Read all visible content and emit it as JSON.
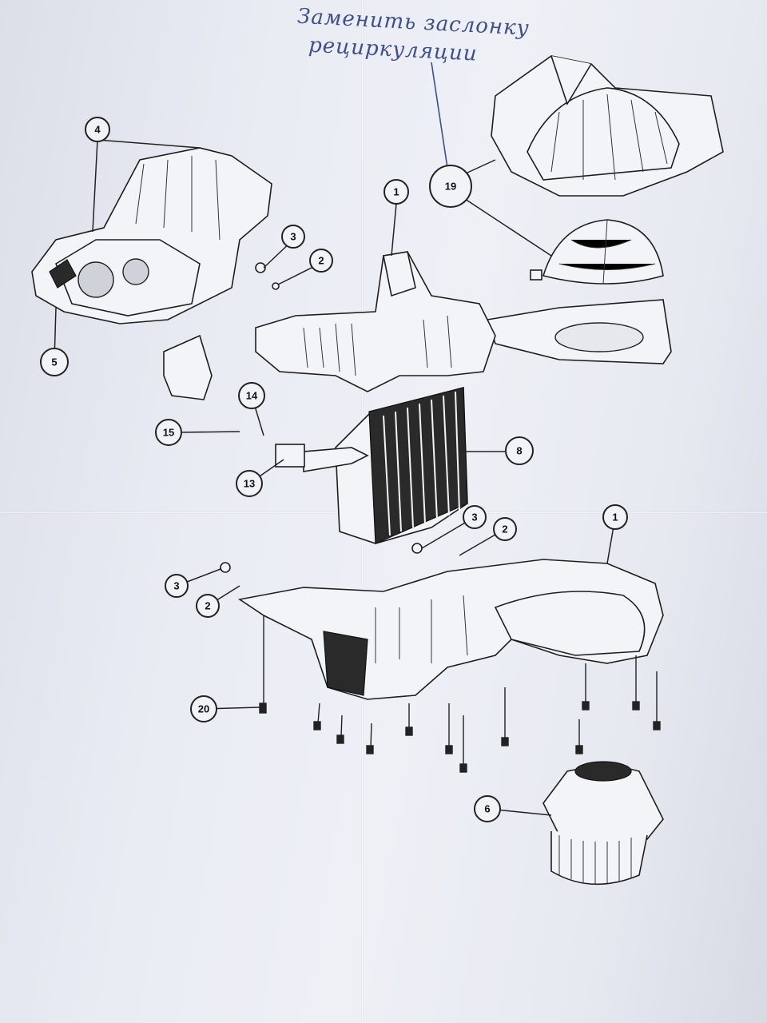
{
  "handwritten_note": {
    "line1": "Заменить заслонку",
    "line2": "рециркуляции"
  },
  "callouts": [
    "1",
    "2",
    "3",
    "4",
    "5",
    "19",
    "14",
    "15",
    "13",
    "8",
    "3",
    "2",
    "1",
    "3",
    "2",
    "20",
    "6"
  ]
}
